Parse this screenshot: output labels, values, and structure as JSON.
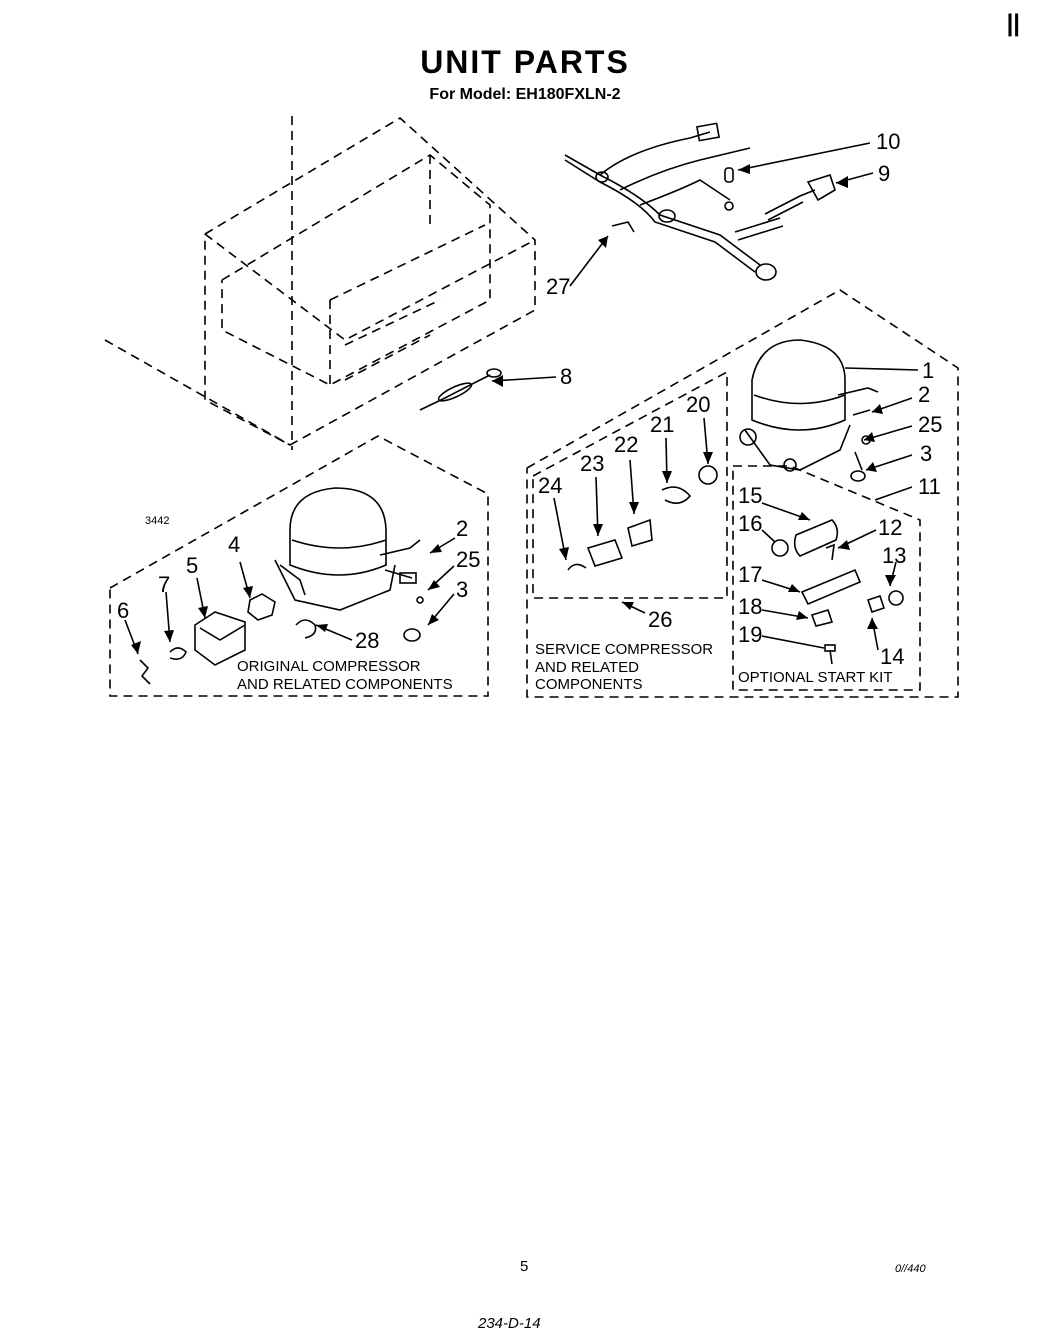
{
  "header": {
    "title": "UNIT PARTS",
    "model": "For Model: EH180FXLN-2",
    "corner_mark": "||"
  },
  "ref_code": "3442",
  "callouts": {
    "c1": "1",
    "c2": "2",
    "c3": "3",
    "c4": "4",
    "c5": "5",
    "c6": "6",
    "c7": "7",
    "c8": "8",
    "c9": "9",
    "c10": "10",
    "c11": "11",
    "c12": "12",
    "c13": "13",
    "c14": "14",
    "c15": "15",
    "c16": "16",
    "c17": "17",
    "c18": "18",
    "c19": "19",
    "c20": "20",
    "c21": "21",
    "c22": "22",
    "c23": "23",
    "c24": "24",
    "c25": "25",
    "c26": "26",
    "c27": "27",
    "c28": "28",
    "c2b": "2",
    "c25b": "25",
    "c3b": "3"
  },
  "groups": {
    "original": {
      "line1": "ORIGINAL COMPRESSOR",
      "line2": "AND RELATED COMPONENTS"
    },
    "service": {
      "line1": "SERVICE COMPRESSOR",
      "line2": "AND RELATED",
      "line3": "COMPONENTS"
    },
    "start_kit": {
      "line1": "OPTIONAL START KIT"
    }
  },
  "footer": {
    "page_number": "5",
    "code": "0//440",
    "handwritten": "234-D-14"
  }
}
